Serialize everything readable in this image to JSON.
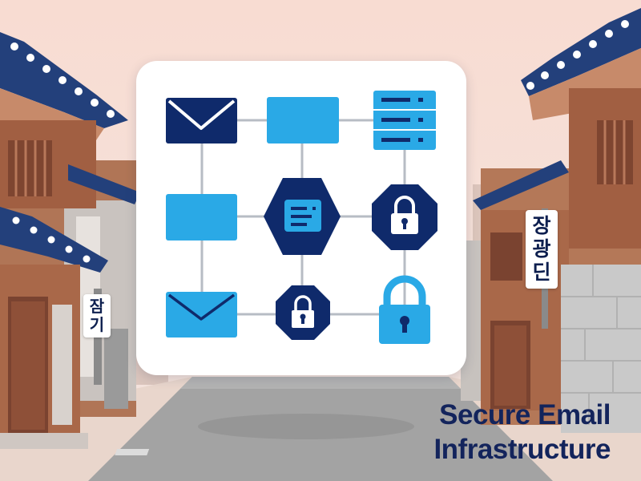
{
  "title": {
    "line1": "Secure Email",
    "line2": "Infrastructure"
  },
  "signs": {
    "left": [
      "잠",
      "기"
    ],
    "right": [
      "장",
      "광",
      "딘"
    ]
  },
  "colors": {
    "navy": "#0f2a6b",
    "light_blue": "#2aa9e6",
    "sky": "#f6d9cf",
    "roof": "#25427e",
    "wood": "#a8674a",
    "road": "#9b9b9b"
  },
  "diagram": {
    "icons": [
      "envelope-icon",
      "message-box-icon",
      "server-icon",
      "message-box-icon",
      "server-hexagon-icon",
      "lock-octagon-icon",
      "envelope-icon",
      "lock-octagon-icon",
      "padlock-icon"
    ]
  }
}
